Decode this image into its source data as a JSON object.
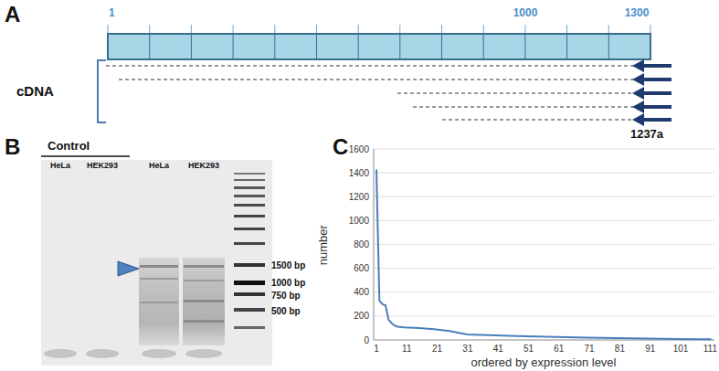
{
  "diagram": {
    "labels": [
      "A",
      "1",
      "1000",
      "1300",
      "cDNA",
      "1237a",
      "B",
      "Control",
      "HeLa",
      "HEK293",
      "HeLa",
      "HEK293",
      "1500 bp",
      "1000 bp",
      "750 bp",
      "500 bp",
      "C",
      "number",
      "ordered by expression level",
      "0",
      "200",
      "400",
      "600",
      "800",
      "1000",
      "1200",
      "1400",
      "1600",
      "1",
      "11",
      "21",
      "31",
      "41",
      "51",
      "61",
      "71",
      "81",
      "91",
      "101",
      "111"
    ]
  }
}
